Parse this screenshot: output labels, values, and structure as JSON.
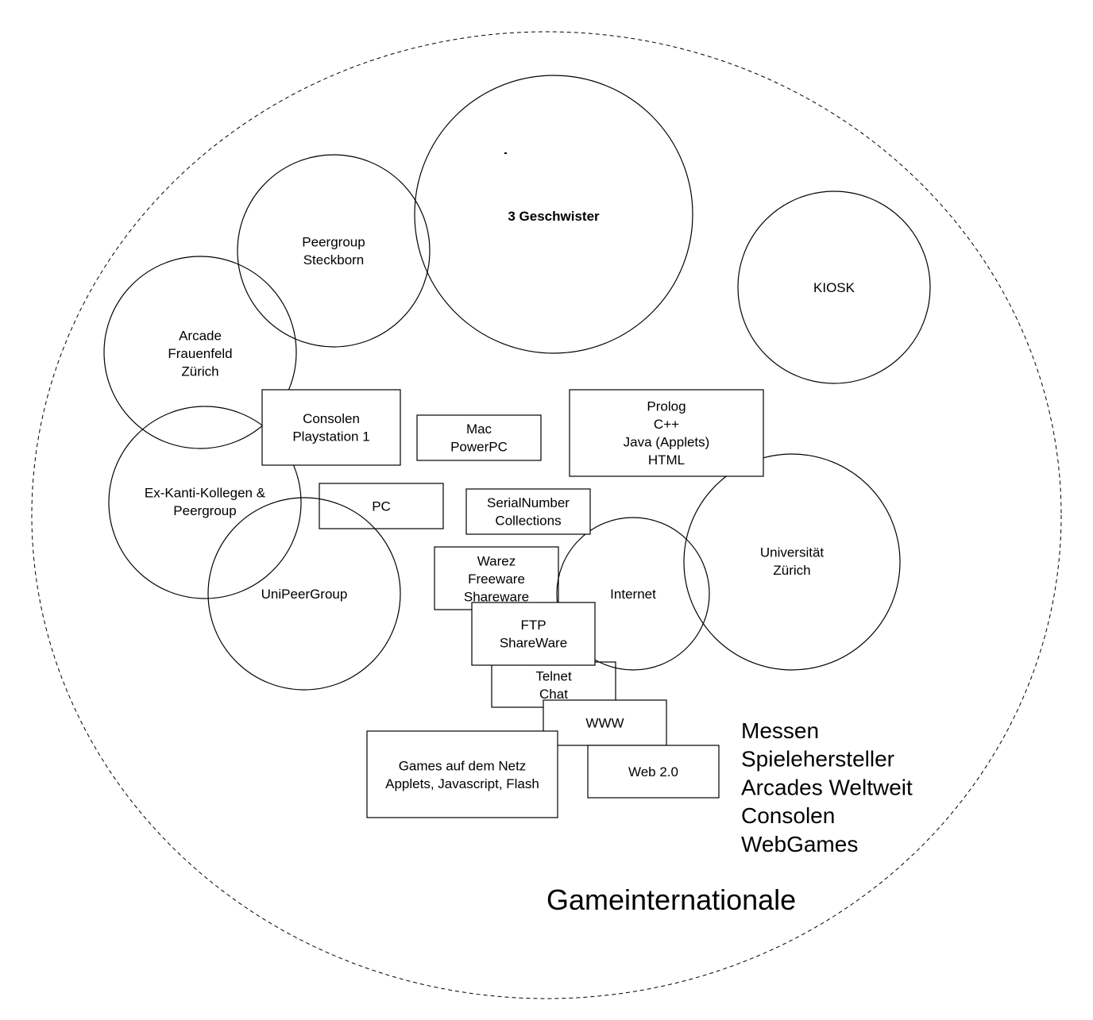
{
  "diagram": {
    "outer": {
      "name": "gameinternationale-boundary",
      "style": "dashed"
    },
    "circles": [
      {
        "id": "3-geschwister",
        "lines": [
          "3 Geschwister"
        ],
        "bold": true
      },
      {
        "id": "peergroup-steckborn",
        "lines": [
          "Peergroup",
          "Steckborn"
        ]
      },
      {
        "id": "arcade-frauenfeld-zuerich",
        "lines": [
          "Arcade",
          "Frauenfeld",
          "Zürich"
        ]
      },
      {
        "id": "kiosk",
        "lines": [
          "KIOSK"
        ]
      },
      {
        "id": "ex-kanti-kollegen",
        "lines": [
          "Ex-Kanti-Kollegen &",
          "Peergroup"
        ]
      },
      {
        "id": "unipeergroup",
        "lines": [
          "UniPeerGroup"
        ]
      },
      {
        "id": "internet",
        "lines": [
          "Internet"
        ]
      },
      {
        "id": "universitaet-zuerich",
        "lines": [
          "Universität",
          "Zürich"
        ]
      }
    ],
    "boxes": [
      {
        "id": "consolen-playstation",
        "lines": [
          "Consolen",
          "Playstation 1"
        ]
      },
      {
        "id": "mac-powerpc",
        "lines": [
          "Mac",
          "PowerPC"
        ]
      },
      {
        "id": "programming-languages",
        "lines": [
          "Prolog",
          "C++",
          "Java (Applets)",
          "HTML"
        ]
      },
      {
        "id": "pc",
        "lines": [
          "PC"
        ]
      },
      {
        "id": "serialnumber-collections",
        "lines": [
          "SerialNumber",
          "Collections"
        ]
      },
      {
        "id": "warez-freeware-shareware",
        "lines": [
          "Warez",
          "Freeware",
          "Shareware"
        ]
      },
      {
        "id": "ftp-shareware",
        "lines": [
          "FTP",
          "ShareWare"
        ]
      },
      {
        "id": "telnet-chat",
        "lines": [
          "Telnet",
          "Chat"
        ]
      },
      {
        "id": "www",
        "lines": [
          "WWW"
        ]
      },
      {
        "id": "web-2-0",
        "lines": [
          "Web 2.0"
        ]
      },
      {
        "id": "games-auf-dem-netz",
        "lines": [
          "Games auf dem Netz",
          "Applets, Javascript, Flash"
        ]
      }
    ],
    "side_list": [
      "Messen",
      "Spielehersteller",
      "Arcades Weltweit",
      "Consolen",
      "WebGames"
    ],
    "footer_title": "Gameinternationale"
  }
}
